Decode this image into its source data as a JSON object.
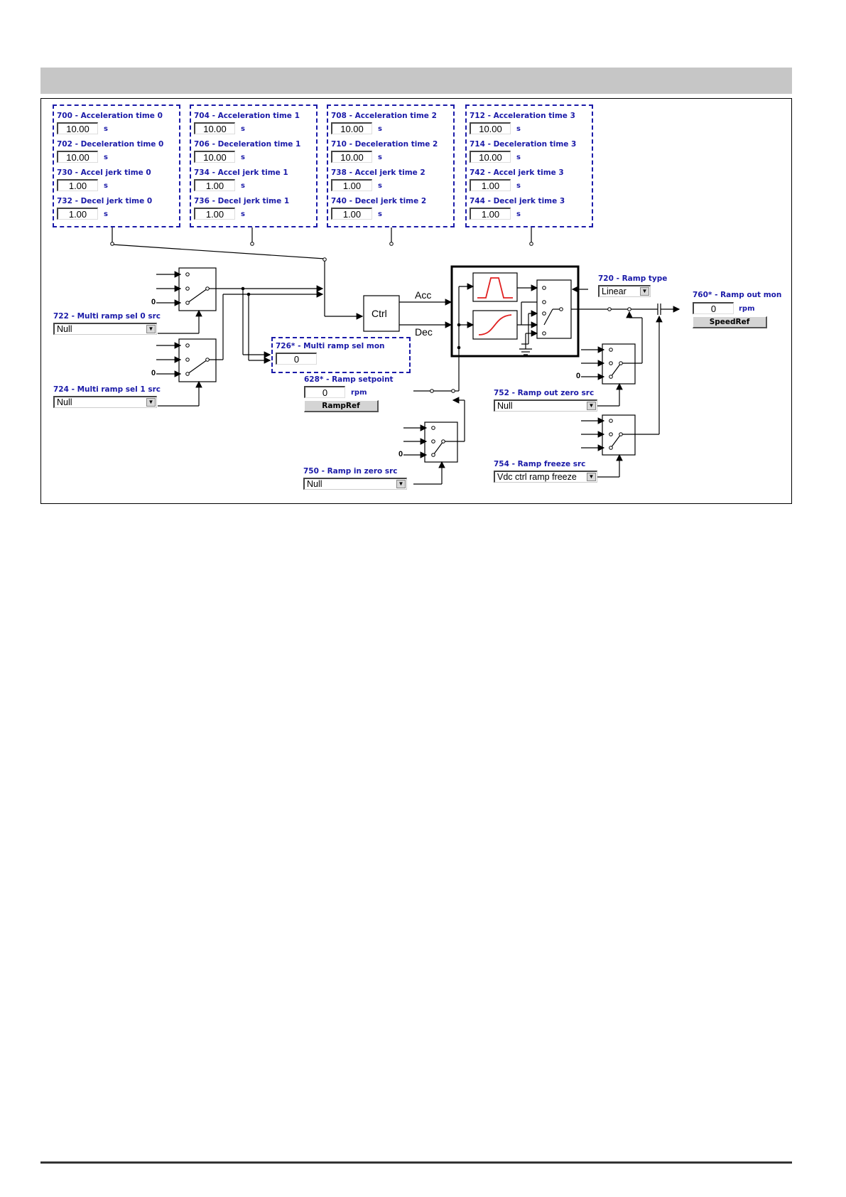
{
  "ramp_groups": [
    {
      "acc_label": "700 - Acceleration time 0",
      "acc_value": "10.00",
      "dec_label": "702 - Deceleration time 0",
      "dec_value": "10.00",
      "acc_jerk_label": "730 - Accel jerk time 0",
      "acc_jerk_value": "1.00",
      "dec_jerk_label": "732 - Decel jerk time 0",
      "dec_jerk_value": "1.00"
    },
    {
      "acc_label": "704 - Acceleration time 1",
      "acc_value": "10.00",
      "dec_label": "706 - Deceleration time 1",
      "dec_value": "10.00",
      "acc_jerk_label": "734 - Accel jerk time 1",
      "acc_jerk_value": "1.00",
      "dec_jerk_label": "736 - Decel jerk time 1",
      "dec_jerk_value": "1.00"
    },
    {
      "acc_label": "708 - Acceleration time 2",
      "acc_value": "10.00",
      "dec_label": "710 - Deceleration time 2",
      "dec_value": "10.00",
      "acc_jerk_label": "738 - Accel jerk time 2",
      "acc_jerk_value": "1.00",
      "dec_jerk_label": "740 - Decel jerk time 2",
      "dec_jerk_value": "1.00"
    },
    {
      "acc_label": "712 - Acceleration time 3",
      "acc_value": "10.00",
      "dec_label": "714 - Deceleration time 3",
      "dec_value": "10.00",
      "acc_jerk_label": "742 - Accel jerk time 3",
      "acc_jerk_value": "1.00",
      "dec_jerk_label": "744 - Decel jerk time 3",
      "dec_jerk_value": "1.00"
    }
  ],
  "unit_s": "s",
  "unit_rpm": "rpm",
  "multi_ramp_sel0": {
    "label": "722 - Multi ramp sel 0 src",
    "value": "Null"
  },
  "multi_ramp_sel1": {
    "label": "724 - Multi ramp sel 1 src",
    "value": "Null"
  },
  "multi_ramp_mon": {
    "label": "726* - Multi ramp sel mon",
    "value": "0"
  },
  "ramp_setpoint": {
    "label": "628* - Ramp setpoint",
    "value": "0",
    "button": "RampRef"
  },
  "ramp_in_zero": {
    "label": "750 - Ramp in zero src",
    "value": "Null"
  },
  "ramp_type": {
    "label": "720 - Ramp type",
    "value": "Linear"
  },
  "ramp_out_mon": {
    "label": "760* - Ramp out mon",
    "value": "0",
    "button": "SpeedRef"
  },
  "ramp_out_zero": {
    "label": "752 - Ramp out zero src",
    "value": "Null"
  },
  "ramp_freeze": {
    "label": "754 - Ramp freeze src",
    "value": "Vdc ctrl ramp freeze"
  },
  "diagram": {
    "ctrl": "Ctrl",
    "acc": "Acc",
    "dec": "Dec",
    "zero": "0"
  },
  "colors": {
    "label_blue": "#1a1aa8",
    "curve_red": "#e02020",
    "header_gray": "#c6c6c6"
  }
}
